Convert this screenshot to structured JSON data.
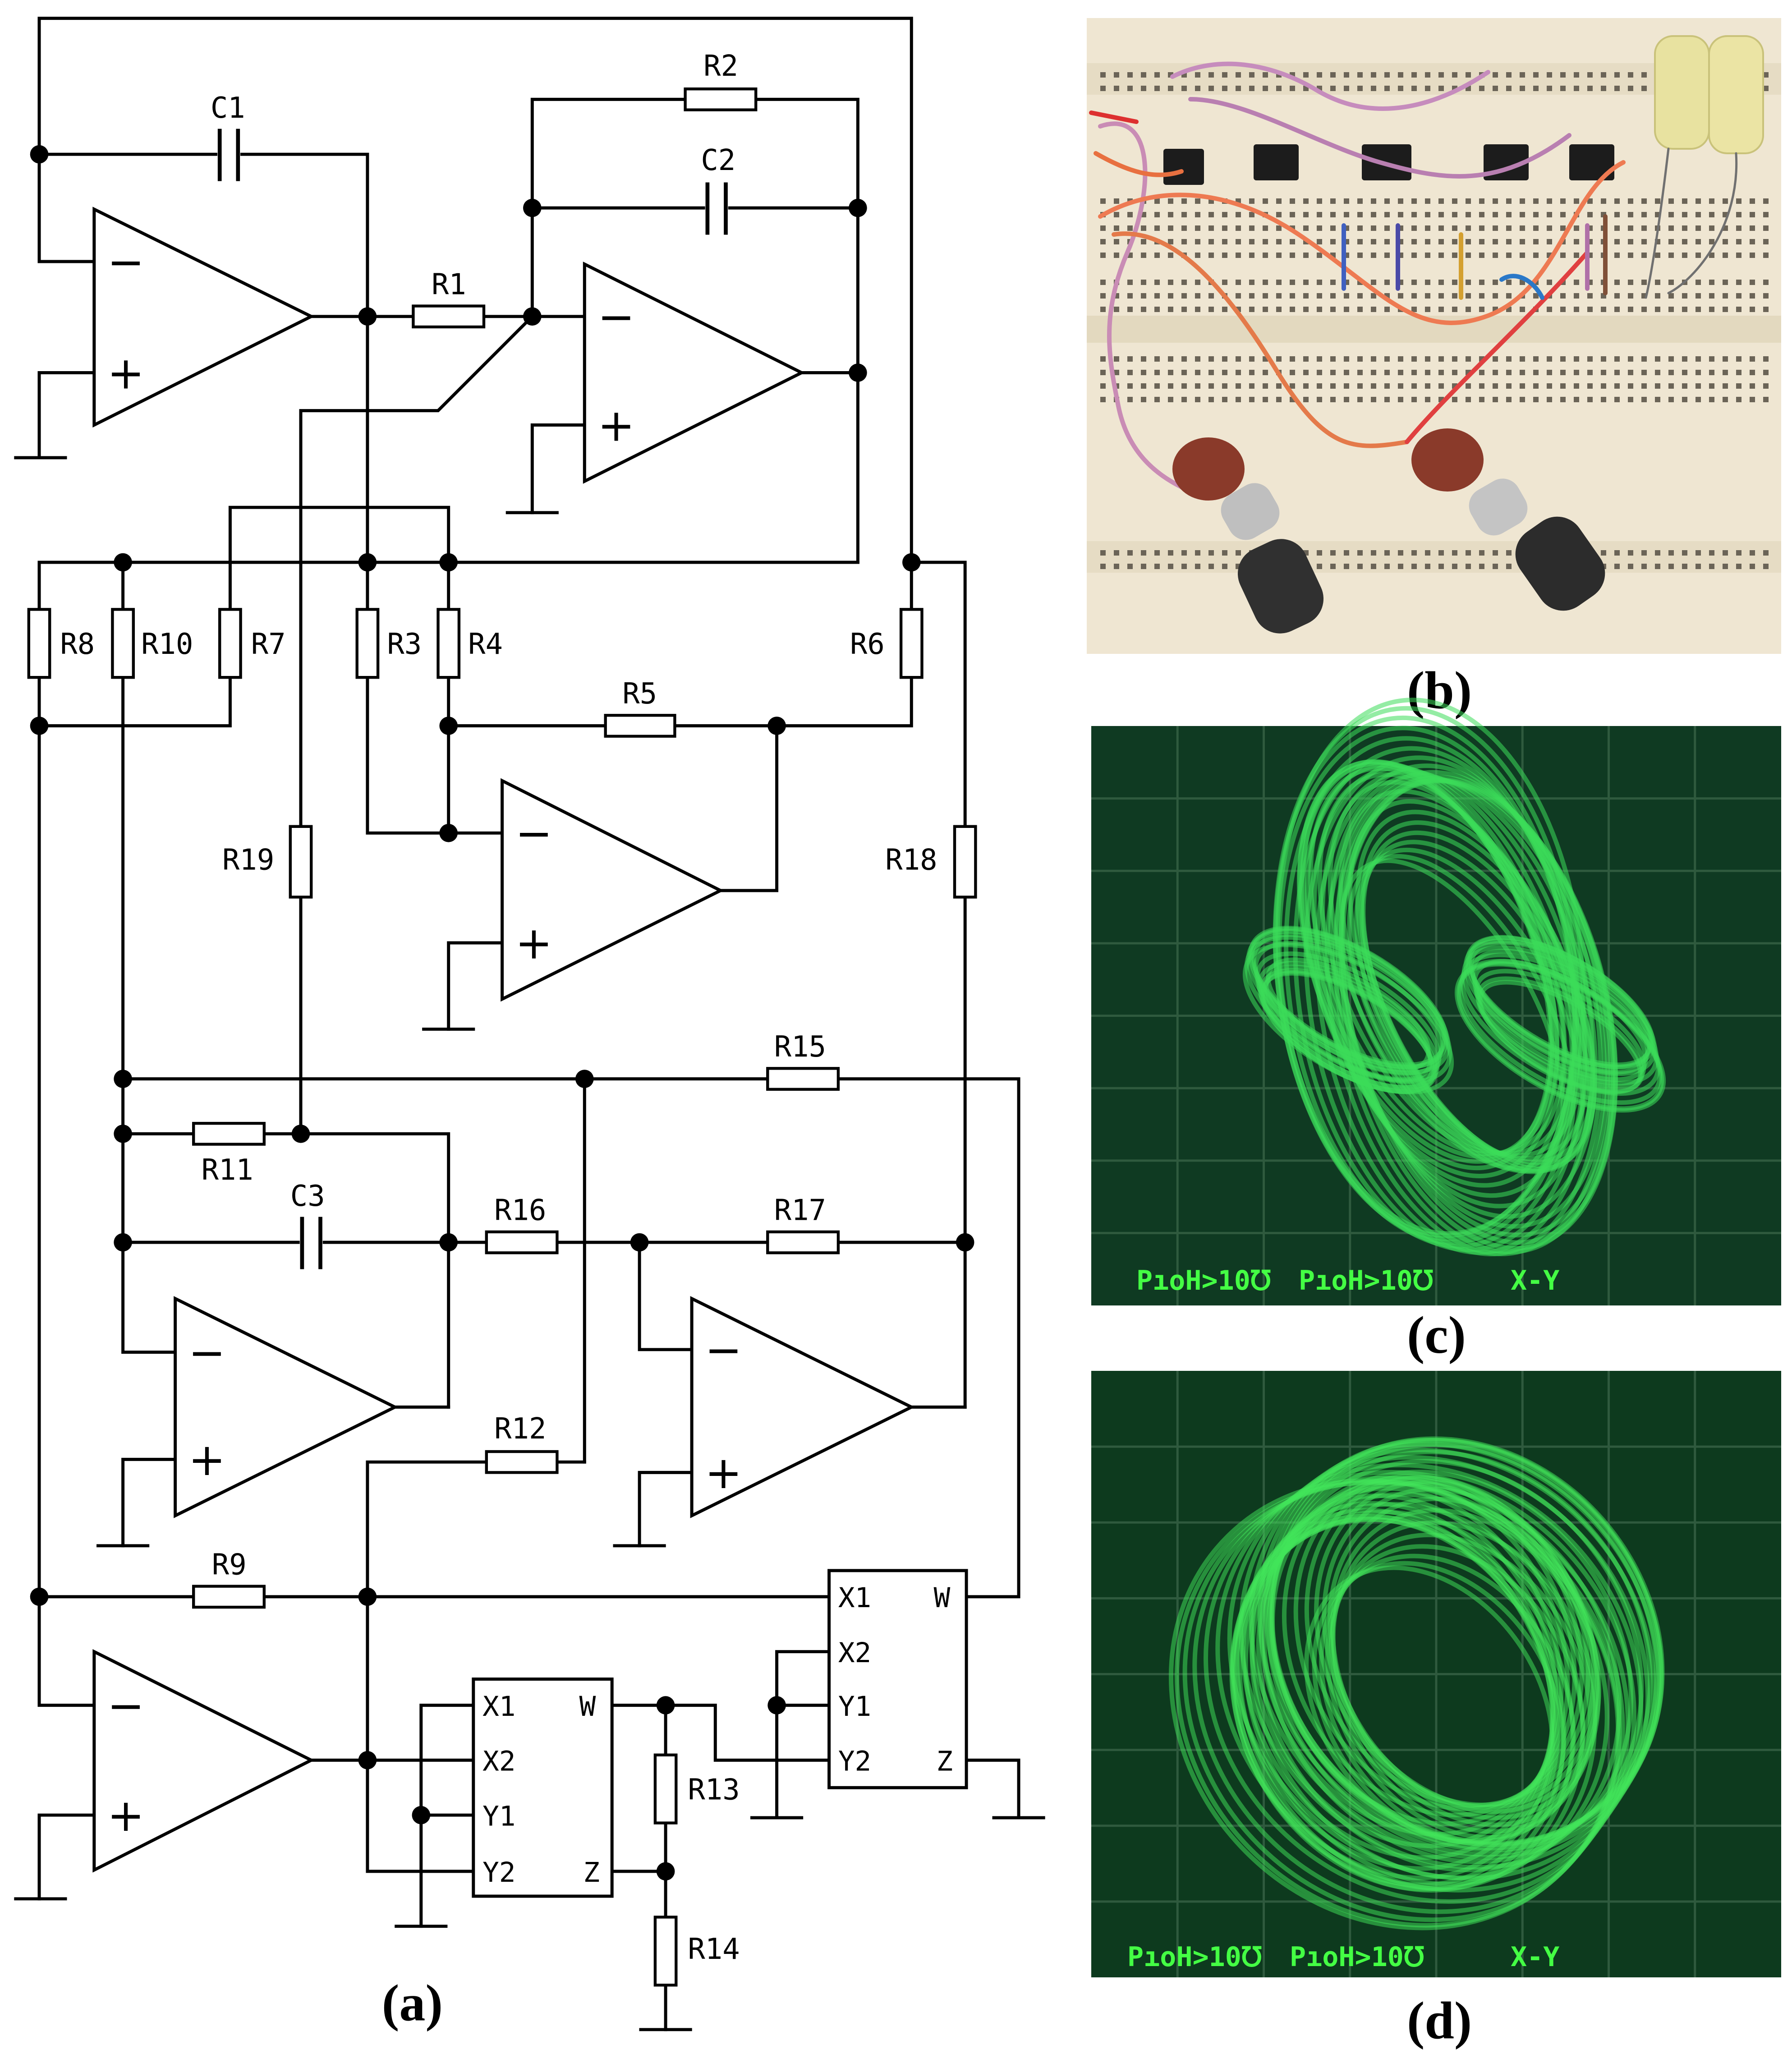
{
  "panels": {
    "a": {
      "label": "(a)"
    },
    "b": {
      "label": "(b)"
    },
    "c": {
      "label": "(c)"
    },
    "d": {
      "label": "(d)"
    }
  },
  "components": {
    "C1": "C1",
    "C2": "C2",
    "C3": "C3",
    "R1": "R1",
    "R2": "R2",
    "R3": "R3",
    "R4": "R4",
    "R5": "R5",
    "R6": "R6",
    "R7": "R7",
    "R8": "R8",
    "R9": "R9",
    "R10": "R10",
    "R11": "R11",
    "R12": "R12",
    "R13": "R13",
    "R14": "R14",
    "R15": "R15",
    "R16": "R16",
    "R17": "R17",
    "R18": "R18",
    "R19": "R19"
  },
  "multiplier_pins": {
    "x1": "X1",
    "x2": "X2",
    "y1": "Y1",
    "y2": "Y2",
    "w": "W",
    "z": "Z"
  },
  "opamp_pins": {
    "minus": "−",
    "plus": "+"
  },
  "oscilloscope": {
    "ch1": "PıоH>10℧",
    "ch2": "PıоH>10℧",
    "mode": "X-Y"
  },
  "colors": {
    "trace": "#3ddc5a",
    "screen": "#0f3a22",
    "breadboard": "#efe6d2"
  }
}
